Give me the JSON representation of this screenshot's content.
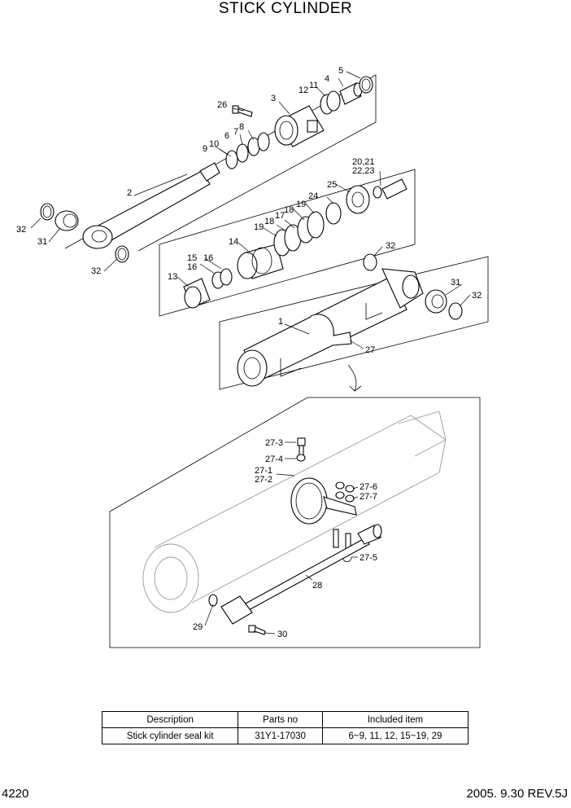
{
  "title": "STICK CYLINDER",
  "callouts": {
    "c1": "1",
    "c2": "2",
    "c3": "3",
    "c4": "4",
    "c5": "5",
    "c6": "6",
    "c7": "7",
    "c8": "8",
    "c9": "9",
    "c10": "10",
    "c11": "11",
    "c12": "12",
    "c13": "13",
    "c14": "14",
    "c15": "15",
    "c16a": "16",
    "c16b": "16",
    "c17": "17",
    "c18a": "18",
    "c18b": "18",
    "c19a": "19",
    "c19b": "19",
    "c2021": "20,21",
    "c2223": "22,23",
    "c24": "24",
    "c25": "25",
    "c26": "26",
    "c27": "27",
    "c28": "28",
    "c29": "29",
    "c30": "30",
    "c31a": "31",
    "c31b": "31",
    "c32a": "32",
    "c32b": "32",
    "c32c": "32",
    "c32d": "32",
    "c27_1": "27-1",
    "c27_2": "27-2",
    "c27_3": "27-3",
    "c27_4": "27-4",
    "c27_5": "27-5",
    "c27_6": "27-6",
    "c27_7": "27-7"
  },
  "kit_table": {
    "headers": [
      "Description",
      "Parts no",
      "Included item"
    ],
    "rows": [
      [
        "Stick cylinder seal kit",
        "31Y1-17030",
        "6~9, 11, 12, 15~19, 29"
      ]
    ]
  },
  "footer": {
    "page": "4220",
    "revision": "2005. 9.30 REV.5J"
  }
}
